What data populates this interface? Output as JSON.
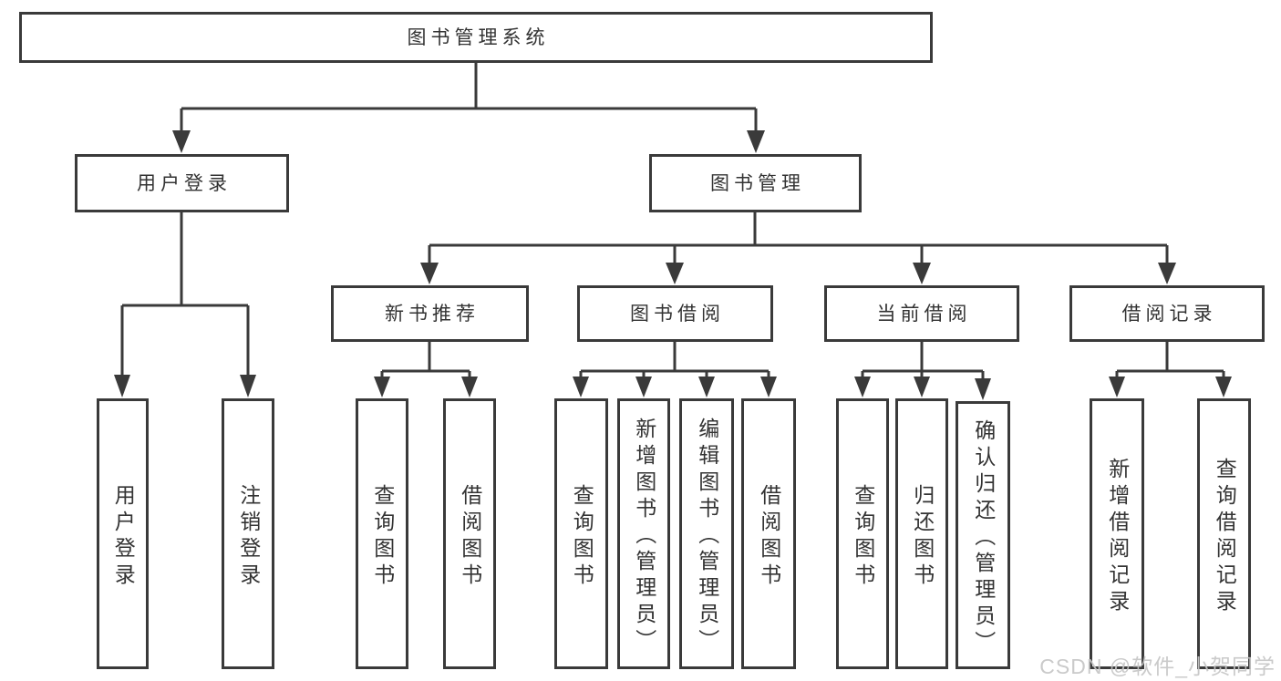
{
  "diagram": {
    "root": "图书管理系统",
    "branches": [
      {
        "label": "用户登录",
        "children": [
          "用户登录",
          "注销登录"
        ]
      },
      {
        "label": "图书管理",
        "sections": [
          {
            "label": "新书推荐",
            "children": [
              "查询图书",
              "借阅图书"
            ]
          },
          {
            "label": "图书借阅",
            "children": [
              "查询图书",
              "新增图书（管理员）",
              "编辑图书（管理员）",
              "借阅图书"
            ]
          },
          {
            "label": "当前借阅",
            "children": [
              "查询图书",
              "归还图书",
              "确认归还（管理员）"
            ]
          },
          {
            "label": "借阅记录",
            "children": [
              "新增借阅记录",
              "查询借阅记录"
            ]
          }
        ]
      }
    ],
    "colors": {
      "line": "#3a3a3a",
      "text": "#333333",
      "background": "#ffffff",
      "watermark": "#c5c5c5"
    }
  },
  "watermark": "CSDN @软件_小贺同学"
}
